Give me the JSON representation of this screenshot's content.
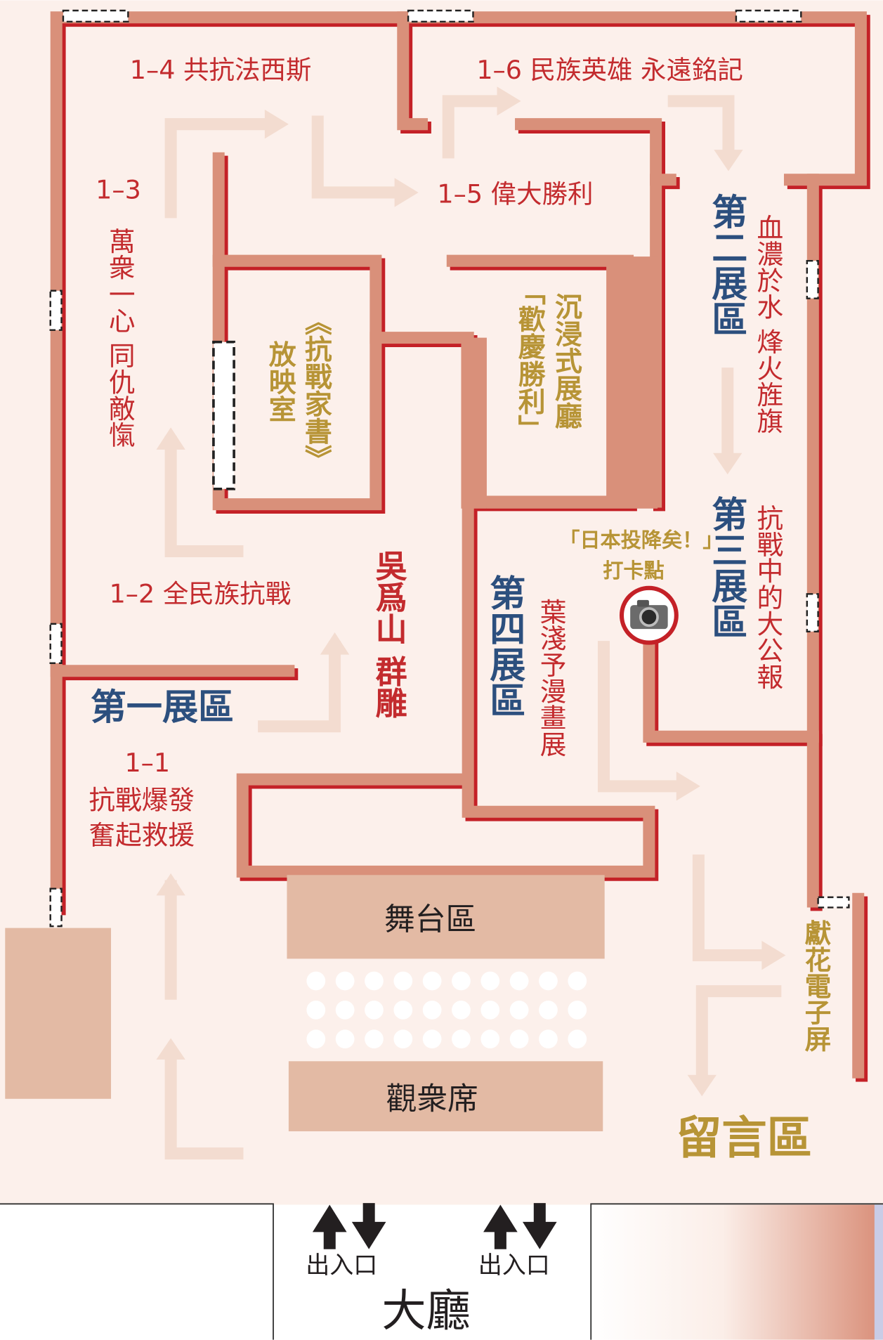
{
  "zones": {
    "zone1": "第一展區",
    "zone2": "第二展區",
    "zone3": "第三展區",
    "zone4": "第四展區"
  },
  "sections": {
    "s1_1_num": "1–1",
    "s1_1_a": "抗戰爆發",
    "s1_1_b": "奮起救援",
    "s1_2": "1–2  全民族抗戰",
    "s1_3_num": "1–3",
    "s1_3_text": "萬衆一心  同仇敵愾",
    "s1_4": "1–4  共抗法西斯",
    "s1_5": "1–5  偉大勝利",
    "s1_6": "1–6  民族英雄  永遠銘記"
  },
  "halls": {
    "zone2_title": "血濃於水  烽火旌旗",
    "zone3_title": "抗戰中的大公報",
    "zone4_title": "葉淺予漫畫展",
    "sculpture": "吳爲山  群雕",
    "cinema_title": "《抗戰家書》",
    "cinema_room": "放映室",
    "immersive_name": "「歡慶勝利」",
    "immersive_hall": "沉浸式展廳",
    "checkin_line1": "「日本投降矣！」",
    "checkin_line2": "打卡點",
    "flower_screen": "獻花電子屏",
    "message_area": "留言區",
    "stage": "舞台區",
    "audience": "觀衆席",
    "entrance_left": "出入口",
    "entrance_right": "出入口",
    "lobby": "大廳"
  },
  "icons": {
    "camera": "camera-icon",
    "flow_arrow": "flow-arrow-icon",
    "entry_arrow": "up-down-arrow-icon"
  },
  "colors": {
    "floor": "#fcf0eb",
    "wall": "#d9907a",
    "wall_shadow": "#c42127",
    "flow_arrow": "#f3dcd0",
    "stage": "#e3baa4",
    "red_text": "#c32b2e",
    "blue_text": "#2c4f7e",
    "gold_text": "#b79436"
  }
}
